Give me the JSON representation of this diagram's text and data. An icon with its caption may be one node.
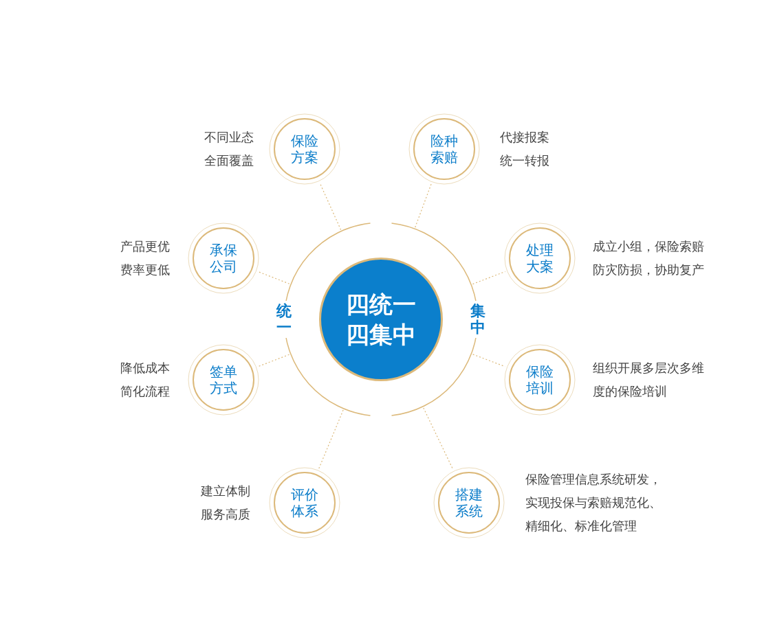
{
  "diagram": {
    "nodes": [
      {
        "text": [
          "统一",
          "集中"
        ]
      },
      {
        "text": [
          "四统一四集中"
        ],
        "in": 0
      },
      {
        "text": [
          "保险方案"
        ],
        "beside": [
          "不同业态全面覆盖"
        ]
      },
      {
        "text": [
          "险种索赔"
        ],
        "beside": [
          "代接报案统一转报"
        ]
      },
      {
        "text": [
          "承保公司"
        ],
        "beside": [
          "产品更优费率更低"
        ]
      },
      {
        "text": [
          "处理大案"
        ],
        "beside": [
          "成立小组，保险索赔防灾防损，协助复产"
        ]
      },
      {
        "text": [
          "签单方式"
        ],
        "beside": [
          "降低成本简化流程"
        ]
      },
      {
        "text": [
          "保险培训"
        ],
        "beside": [
          "组织开展多层次多维度的保险培训"
        ]
      },
      {
        "text": [
          "评价体系"
        ],
        "beside": [
          "建立体制服务高质"
        ]
      },
      {
        "text": [
          "搭建系统"
        ],
        "beside": [
          "保险管理信息系统研发，实现投保与索赔规范化、精细化、标准化管理"
        ]
      }
    ],
    "edges": [
      {
        "from": 0,
        "to": 2,
        "arrow": "none"
      },
      {
        "from": 0,
        "to": 3,
        "arrow": "none"
      },
      {
        "from": 0,
        "to": 4,
        "arrow": "none"
      },
      {
        "from": 0,
        "to": 5,
        "arrow": "none"
      },
      {
        "from": 0,
        "to": 6,
        "arrow": "none"
      },
      {
        "from": 0,
        "to": 7,
        "arrow": "none"
      },
      {
        "from": 0,
        "to": 8,
        "arrow": "none"
      },
      {
        "from": 0,
        "to": 9,
        "arrow": "none"
      }
    ]
  }
}
